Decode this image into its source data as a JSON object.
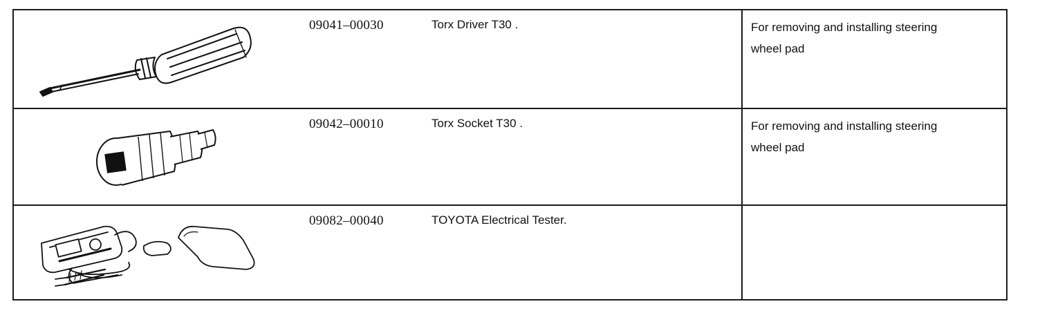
{
  "tools": [
    {
      "part_number": "09041–00030",
      "name": "Torx Driver T30 .",
      "usage": "For removing and installing steering wheel pad",
      "illustration": "torx-driver-icon"
    },
    {
      "part_number": "09042–00010",
      "name": "Torx Socket T30 .",
      "usage": "For removing and installing steering wheel pad",
      "illustration": "torx-socket-icon"
    },
    {
      "part_number": "09082–00040",
      "name": "TOYOTA Electrical Tester.",
      "usage": "",
      "illustration": "electrical-tester-icon"
    }
  ]
}
